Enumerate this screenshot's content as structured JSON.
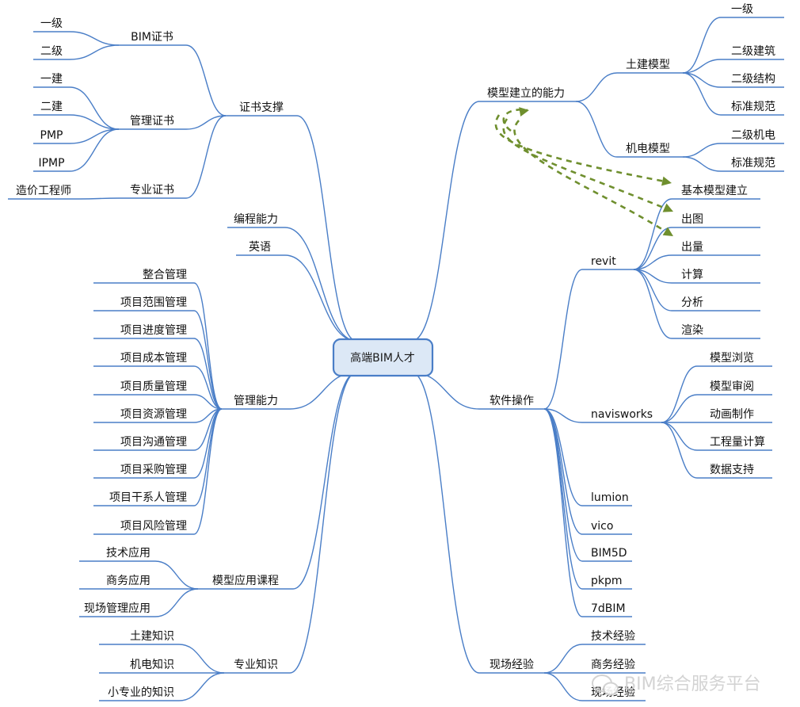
{
  "center": "高端BIM人才",
  "left": [
    {
      "label": "证书支撑",
      "children": [
        {
          "label": "BIM证书",
          "children": [
            "一级",
            "二级"
          ]
        },
        {
          "label": "管理证书",
          "children": [
            "一建",
            "二建",
            "PMP",
            "IPMP"
          ]
        },
        {
          "label": "专业证书",
          "children": [
            "造价工程师"
          ]
        }
      ]
    },
    {
      "label": "编程能力",
      "children": []
    },
    {
      "label": "英语",
      "children": []
    },
    {
      "label": "管理能力",
      "children": [
        "整合管理",
        "项目范围管理",
        "项目进度管理",
        "项目成本管理",
        "项目质量管理",
        "项目资源管理",
        "项目沟通管理",
        "项目采购管理",
        "项目干系人管理",
        "项目风险管理"
      ]
    },
    {
      "label": "模型应用课程",
      "children": [
        "技术应用",
        "商务应用",
        "现场管理应用"
      ]
    },
    {
      "label": "专业知识",
      "children": [
        "土建知识",
        "机电知识",
        "小专业的知识"
      ]
    }
  ],
  "right": [
    {
      "label": "模型建立的能力",
      "children": [
        {
          "label": "土建模型",
          "children": [
            "一级",
            "二级建筑",
            "二级结构",
            "标准规范"
          ]
        },
        {
          "label": "机电模型",
          "children": [
            "二级机电",
            "标准规范"
          ]
        }
      ]
    },
    {
      "label": "软件操作",
      "children": [
        {
          "label": "revit",
          "children": [
            "基本模型建立",
            "出图",
            "出量",
            "计算",
            "分析",
            "渲染"
          ]
        },
        {
          "label": "navisworks",
          "children": [
            "模型浏览",
            "模型审阅",
            "动画制作",
            "工程量计算",
            "数据支持"
          ]
        },
        {
          "label": "lumion",
          "children": []
        },
        {
          "label": "vico",
          "children": []
        },
        {
          "label": "BIM5D",
          "children": []
        },
        {
          "label": "pkpm",
          "children": []
        },
        {
          "label": "7dBIM",
          "children": []
        }
      ]
    },
    {
      "label": "现场经验",
      "children": [
        "技术经验",
        "商务经验",
        "现场经验"
      ]
    }
  ],
  "watermark": "BIM综合服务平台",
  "colors": {
    "line": "#4a7ec7",
    "center_fill": "#dce8f6",
    "center_stroke": "#4a7ec7",
    "dash_arrow": "#6f8f2e"
  }
}
